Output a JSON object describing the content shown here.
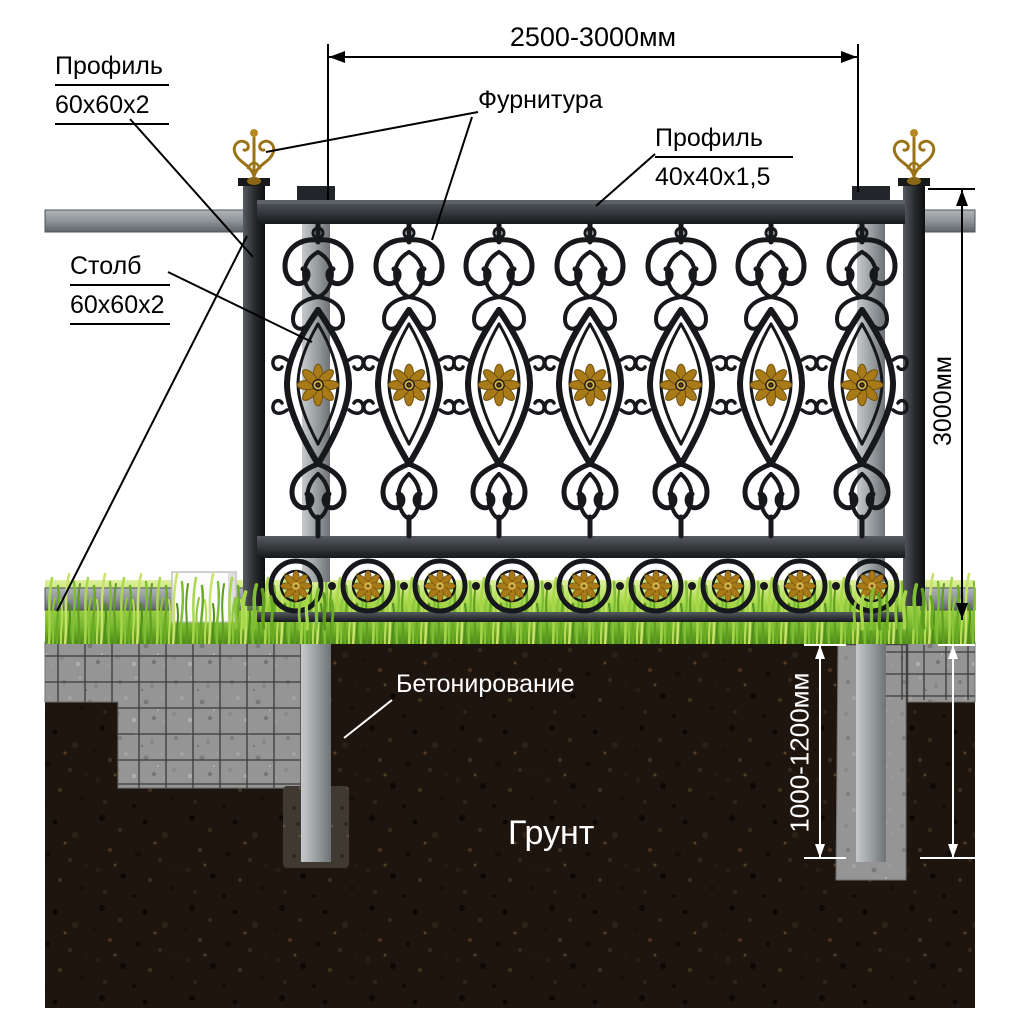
{
  "labels": {
    "profile_top_line1": "Профиль",
    "profile_top_line2": "60х60х2",
    "post_line1": "Столб",
    "post_line2": "60х60х2",
    "fittings": "Фурнитура",
    "profile_small_line1": "Профиль",
    "profile_small_line2": "40х40х1,5",
    "concreting": "Бетонирование",
    "ground": "Грунт"
  },
  "dimensions": {
    "span": "2500-3000мм",
    "height": "3000мм",
    "depth": "1000-1200мм"
  },
  "colors": {
    "ironwork": "#17181c",
    "gold_ornament": "#a87a18",
    "grass": "#74b32c",
    "soil": "#1e150e",
    "concrete": "#959595",
    "metal_gray": "#8b9094"
  }
}
